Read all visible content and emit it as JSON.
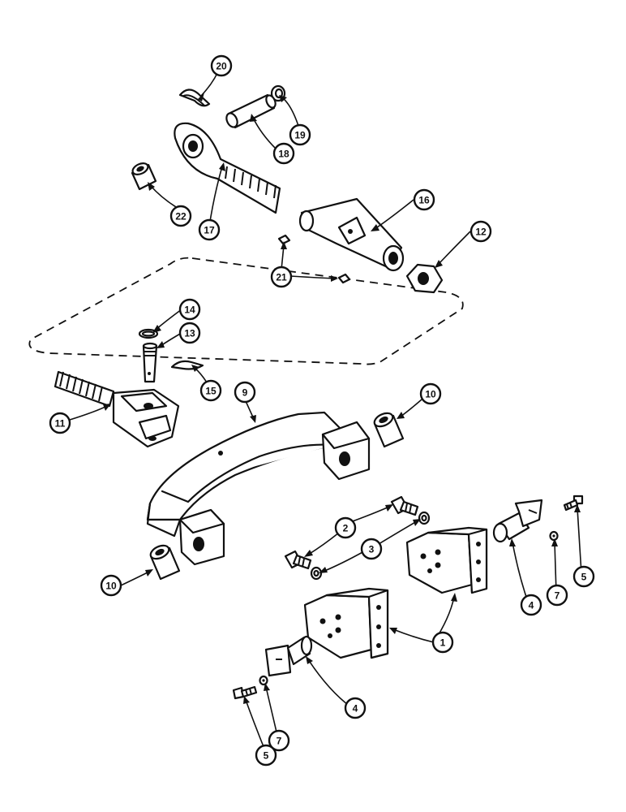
{
  "callouts": [
    {
      "id": "20",
      "label": "20"
    },
    {
      "id": "19",
      "label": "19"
    },
    {
      "id": "18",
      "label": "18"
    },
    {
      "id": "22",
      "label": "22"
    },
    {
      "id": "17",
      "label": "17"
    },
    {
      "id": "16",
      "label": "16"
    },
    {
      "id": "12",
      "label": "12"
    },
    {
      "id": "21",
      "label": "21"
    },
    {
      "id": "14",
      "label": "14"
    },
    {
      "id": "13",
      "label": "13"
    },
    {
      "id": "15",
      "label": "15"
    },
    {
      "id": "9",
      "label": "9"
    },
    {
      "id": "10a",
      "label": "10"
    },
    {
      "id": "11",
      "label": "11"
    },
    {
      "id": "2",
      "label": "2"
    },
    {
      "id": "3",
      "label": "3"
    },
    {
      "id": "10b",
      "label": "10"
    },
    {
      "id": "4a",
      "label": "4"
    },
    {
      "id": "7a",
      "label": "7"
    },
    {
      "id": "5a",
      "label": "5"
    },
    {
      "id": "1",
      "label": "1"
    },
    {
      "id": "4b",
      "label": "4"
    },
    {
      "id": "7b",
      "label": "7"
    },
    {
      "id": "5b",
      "label": "5"
    }
  ]
}
